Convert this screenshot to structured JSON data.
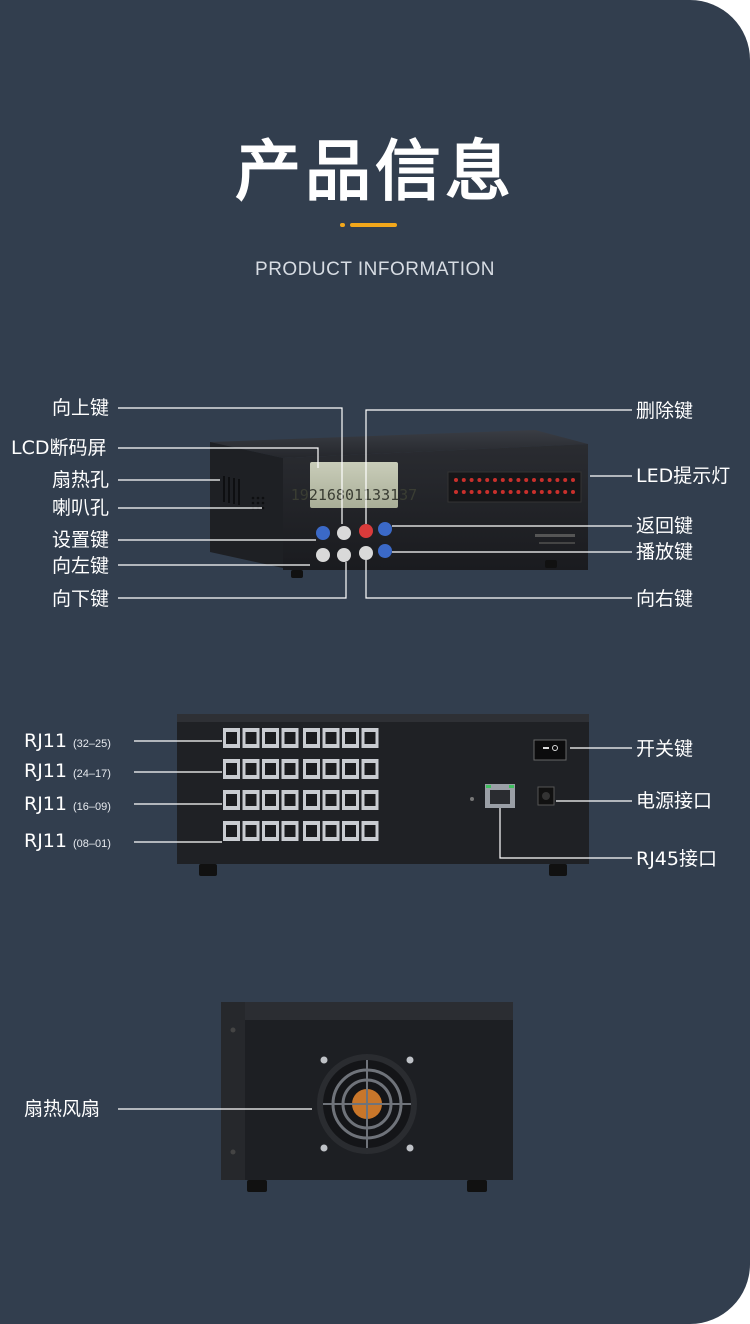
{
  "header": {
    "title": "产品信息",
    "subtitle": "PRODUCT INFORMATION",
    "accent_color": "#f2a71b"
  },
  "front_view": {
    "lcd_text": "19216801133137",
    "labels_left": [
      {
        "text": "向上键"
      },
      {
        "text": "LCD断码屏"
      },
      {
        "text": "扇热孔"
      },
      {
        "text": "喇叭孔"
      },
      {
        "text": "设置键"
      },
      {
        "text": "向左键"
      },
      {
        "text": "向下键"
      }
    ],
    "labels_right": [
      {
        "text": "删除键"
      },
      {
        "text": "LED提示灯"
      },
      {
        "text": "返回键"
      },
      {
        "text": "播放键"
      },
      {
        "text": "向右键"
      }
    ]
  },
  "back_view": {
    "rj11_groups": [
      {
        "label": "RJ11",
        "range": "(32–25)"
      },
      {
        "label": "RJ11",
        "range": "(24–17)"
      },
      {
        "label": "RJ11",
        "range": "(16–09)"
      },
      {
        "label": "RJ11",
        "range": "(08–01)"
      }
    ],
    "labels_right": [
      {
        "text": "开关键"
      },
      {
        "text": "电源接口"
      },
      {
        "text": "RJ45接口"
      }
    ]
  },
  "side_view": {
    "fan_label": "扇热风扇"
  }
}
